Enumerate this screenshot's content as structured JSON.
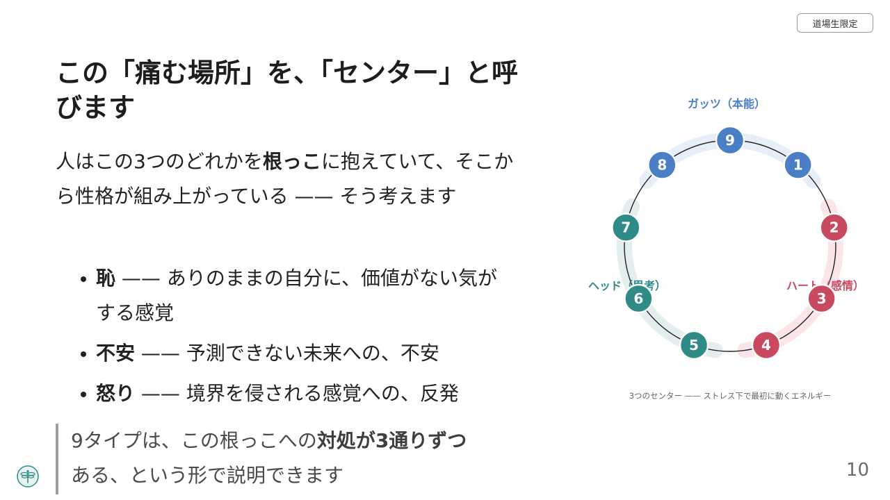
{
  "badge": "道場生限定",
  "title": "この「痛む場所」を、「センター」と呼びます",
  "lead": {
    "part1": "人はこの3つのどれかを",
    "bold": "根っこ",
    "part2": "に抱えていて、そこから性格が組み上がっている —— そう考えます"
  },
  "bullets": [
    {
      "term": "恥",
      "desc": " —— ありのままの自分に、価値がない気がする感覚"
    },
    {
      "term": "不安",
      "desc": " —— 予測できない未来への、不安"
    },
    {
      "term": "怒り",
      "desc": " —— 境界を侵される感覚への、反発"
    }
  ],
  "quote": {
    "part1": "9タイプは、この根っこへの",
    "bold": "対処が3通りずつ",
    "part2": "ある、という形で説明できます"
  },
  "page_number": "10",
  "diagram": {
    "centers": [
      {
        "label": "ガッツ（本能）",
        "color": "#4a7fc6"
      },
      {
        "label": "ハート（感情）",
        "color": "#c94a60"
      },
      {
        "label": "ヘッド（思考）",
        "color": "#2e8b87"
      }
    ],
    "nodes": [
      {
        "n": "9",
        "color": "#4a7fc6"
      },
      {
        "n": "1",
        "color": "#4a7fc6"
      },
      {
        "n": "2",
        "color": "#c94a60"
      },
      {
        "n": "3",
        "color": "#c94a60"
      },
      {
        "n": "4",
        "color": "#c94a60"
      },
      {
        "n": "5",
        "color": "#2e8b87"
      },
      {
        "n": "6",
        "color": "#2e8b87"
      },
      {
        "n": "7",
        "color": "#2e8b87"
      },
      {
        "n": "8",
        "color": "#4a7fc6"
      }
    ],
    "caption": "3つのセンター —— ストレス下で最初に動くエネルギー"
  }
}
